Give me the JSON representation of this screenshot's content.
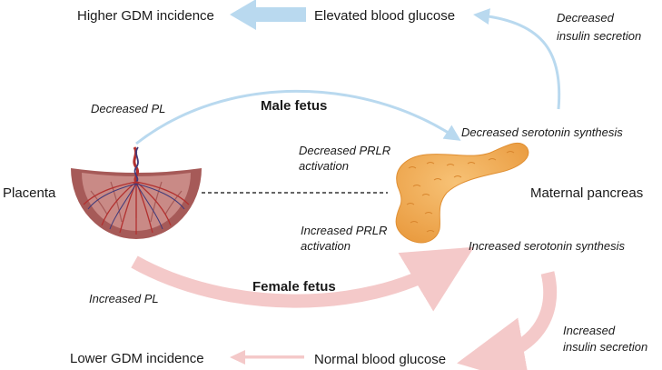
{
  "top": {
    "outcome": "Higher GDM incidence",
    "glucose": "Elevated blood glucose",
    "insulin_line1": "Decreased",
    "insulin_line2": "insulin secretion",
    "pl": "Decreased PL",
    "fetus": "Male fetus",
    "serotonin": "Decreased serotonin synthesis",
    "prlr_line1": "Decreased PRLR",
    "prlr_line2": "activation",
    "color": "#b9d9ef"
  },
  "bottom": {
    "outcome": "Lower GDM incidence",
    "glucose": "Normal blood glucose",
    "insulin_line1": "Increased",
    "insulin_line2": "insulin secretion",
    "pl": "Increased PL",
    "fetus": "Female fetus",
    "serotonin": "Increased serotonin synthesis",
    "prlr_line1": "Increased PRLR",
    "prlr_line2": "activation",
    "color": "#f4c9c9"
  },
  "placenta_label": "Placenta",
  "pancreas_label": "Maternal pancreas",
  "colors": {
    "placenta_outer": "#a65a58",
    "placenta_inner": "#c98a86",
    "vessel_red": "#b2302f",
    "vessel_blue": "#3f3a7a",
    "pancreas": "#eea54c",
    "pancreas_light": "#f7c276"
  }
}
